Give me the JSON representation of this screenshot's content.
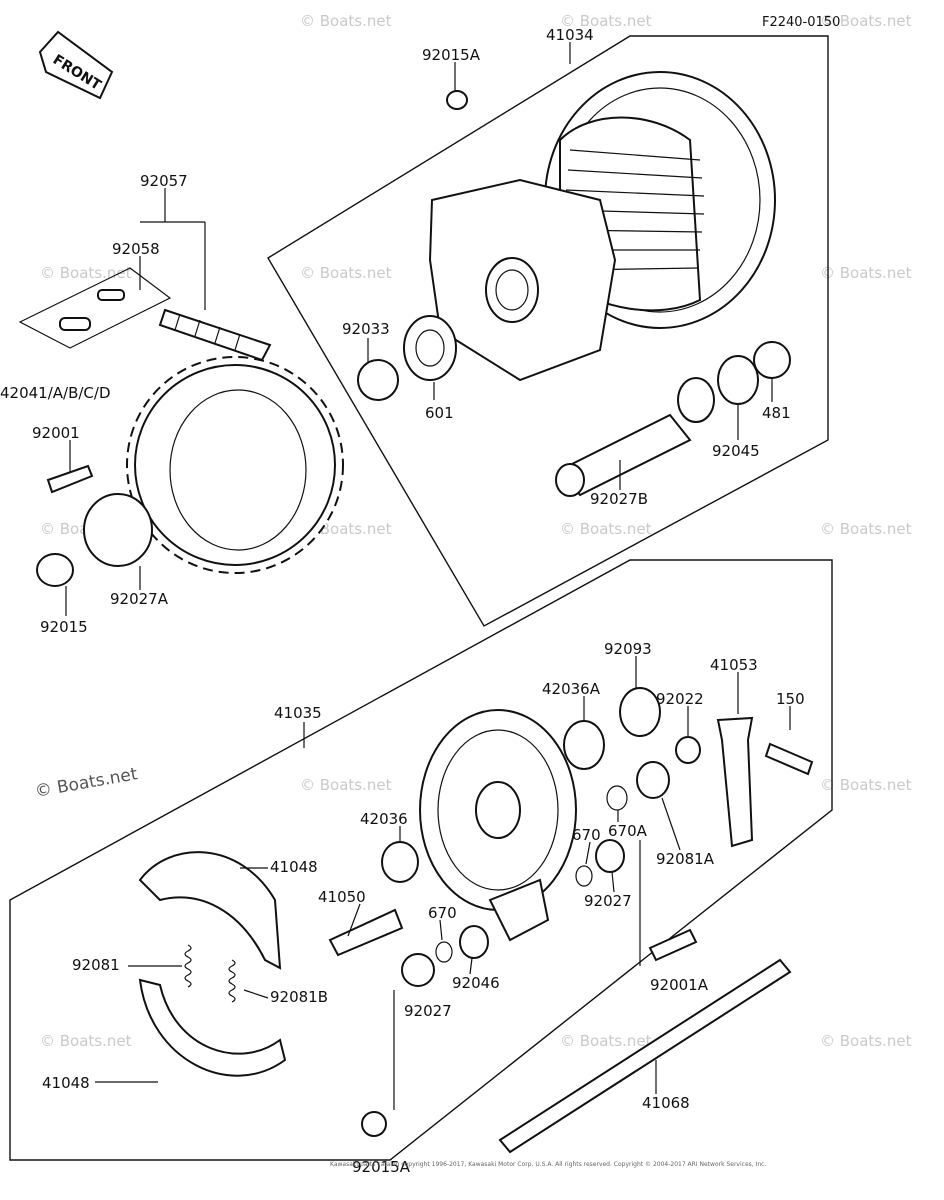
{
  "diagram": {
    "figure_code": "F2240-0150",
    "front_label": "FRONT",
    "copyright": "Kawasaki parts catalog copyright 1996-2017, Kawasaki Motor Corp. U.S.A. All rights reserved. Copyright © 2004-2017 ARI Network Services, Inc.",
    "watermark": "© Boats.net",
    "parts": [
      {
        "id": "p01",
        "label": "92015A"
      },
      {
        "id": "p02",
        "label": "41034"
      },
      {
        "id": "p03",
        "label": "92057"
      },
      {
        "id": "p04",
        "label": "92058"
      },
      {
        "id": "p05",
        "label": "92033"
      },
      {
        "id": "p06",
        "label": "42041/A/B/C/D"
      },
      {
        "id": "p07",
        "label": "601"
      },
      {
        "id": "p08",
        "label": "481"
      },
      {
        "id": "p09",
        "label": "92001"
      },
      {
        "id": "p10",
        "label": "92045"
      },
      {
        "id": "p11",
        "label": "92027B"
      },
      {
        "id": "p12",
        "label": "92027A"
      },
      {
        "id": "p13",
        "label": "92015"
      },
      {
        "id": "p14",
        "label": "92093"
      },
      {
        "id": "p15",
        "label": "41053"
      },
      {
        "id": "p16",
        "label": "42036A"
      },
      {
        "id": "p17",
        "label": "92022"
      },
      {
        "id": "p18",
        "label": "150"
      },
      {
        "id": "p19",
        "label": "41035"
      },
      {
        "id": "p20",
        "label": "670A"
      },
      {
        "id": "p21",
        "label": "42036"
      },
      {
        "id": "p22",
        "label": "670"
      },
      {
        "id": "p23",
        "label": "92081A"
      },
      {
        "id": "p24",
        "label": "41048"
      },
      {
        "id": "p25",
        "label": "92027"
      },
      {
        "id": "p26",
        "label": "41050"
      },
      {
        "id": "p27",
        "label": "670"
      },
      {
        "id": "p28",
        "label": "92081"
      },
      {
        "id": "p29",
        "label": "92046"
      },
      {
        "id": "p30",
        "label": "92001A"
      },
      {
        "id": "p31",
        "label": "92081B"
      },
      {
        "id": "p32",
        "label": "92027"
      },
      {
        "id": "p33",
        "label": "41048"
      },
      {
        "id": "p34",
        "label": "41068"
      },
      {
        "id": "p35",
        "label": "92015A"
      }
    ]
  }
}
